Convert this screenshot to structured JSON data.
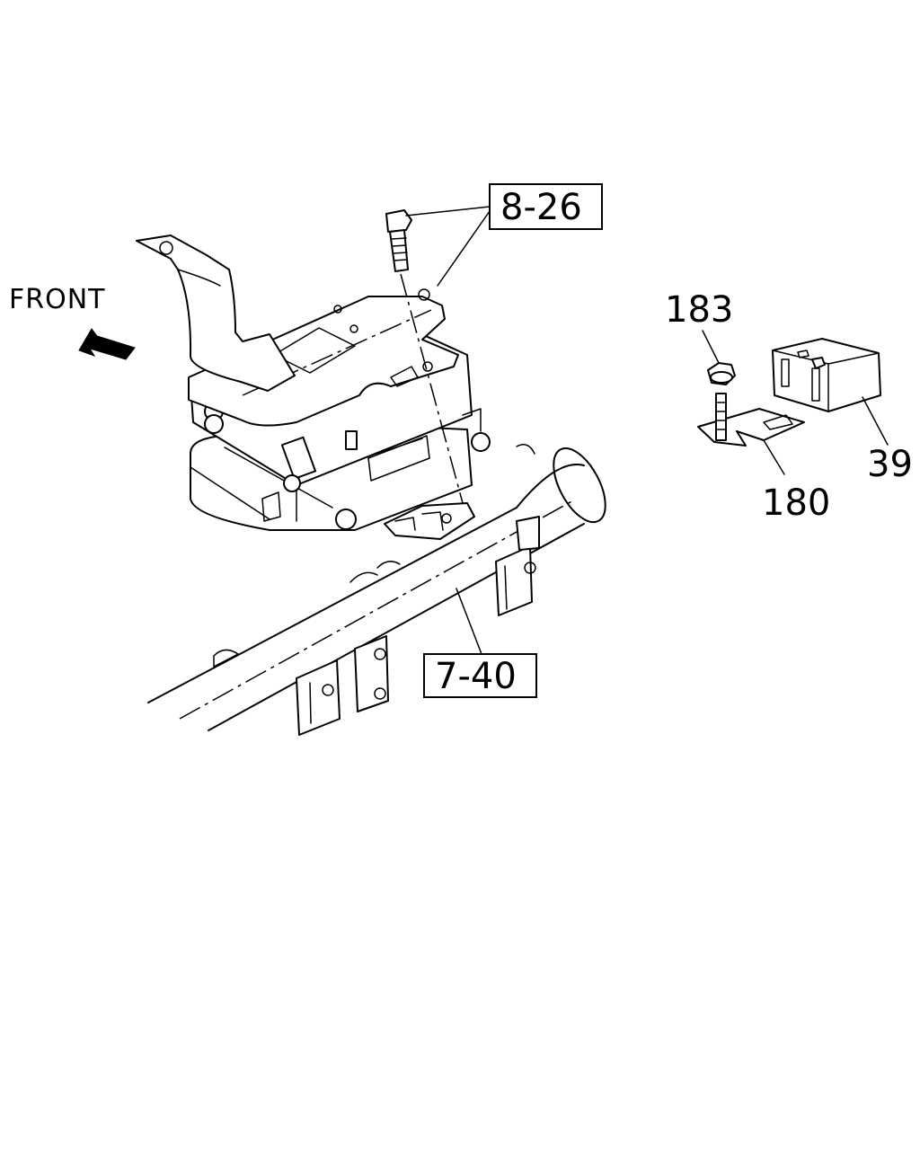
{
  "direction_label": "FRONT",
  "callouts": {
    "ref_8_26": "8-26",
    "ref_7_40": "7-40",
    "part_183": "183",
    "part_180": "180",
    "part_39": "39"
  }
}
